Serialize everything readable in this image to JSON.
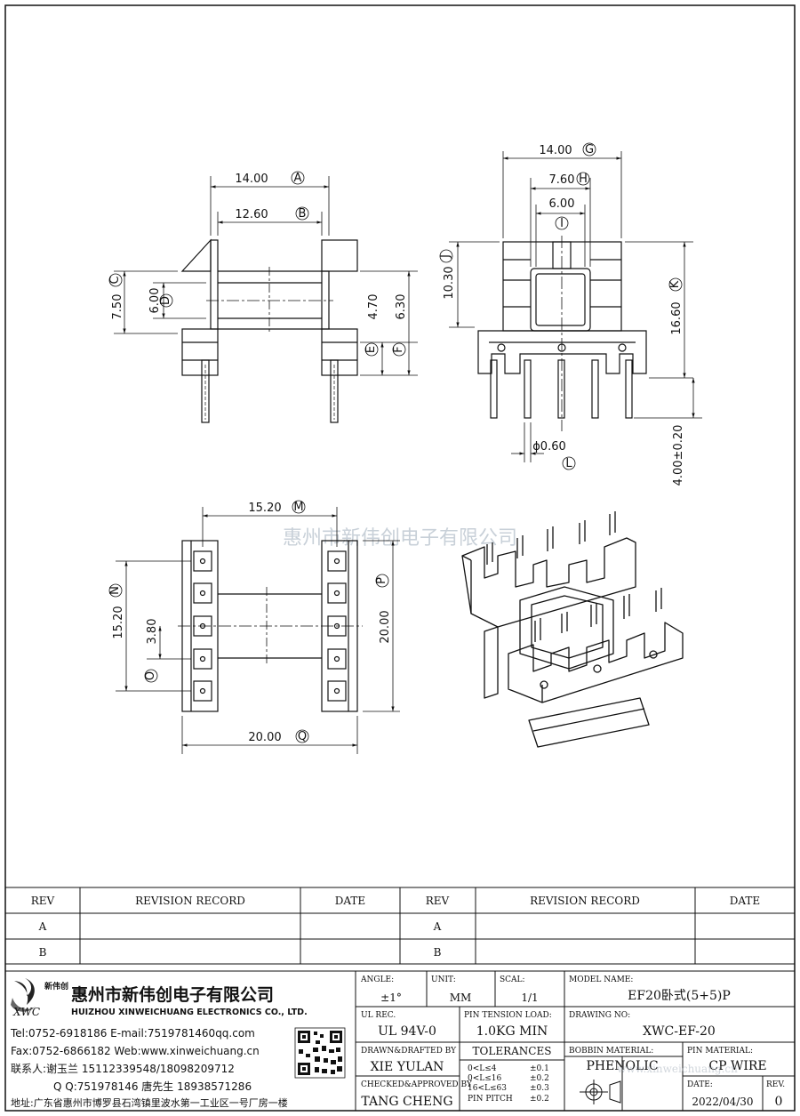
{
  "watermark": "惠州市新伟创电子有限公司",
  "dimensions": {
    "a": {
      "value": "14.00",
      "mark": "A"
    },
    "b": {
      "value": "12.60",
      "mark": "B"
    },
    "c": {
      "value": "7.50",
      "mark": "C"
    },
    "d": {
      "value": "6.00",
      "mark": "D"
    },
    "e": {
      "value": "4.70",
      "mark": "E"
    },
    "f": {
      "value": "6.30",
      "mark": "F"
    },
    "g": {
      "value": "14.00",
      "mark": "G"
    },
    "h": {
      "value": "7.60",
      "mark": "H"
    },
    "i": {
      "value": "6.00",
      "mark": "I"
    },
    "j": {
      "value": "10.30",
      "mark": "J"
    },
    "k": {
      "value": "16.60",
      "mark": "K"
    },
    "l": {
      "value": "ϕ0.60",
      "mark": "L"
    },
    "pin_len": {
      "value": "4.00±0.20"
    },
    "m": {
      "value": "15.20",
      "mark": "M"
    },
    "n": {
      "value": "15.20",
      "mark": "N"
    },
    "o": {
      "value": "3.80",
      "mark": "O"
    },
    "p": {
      "value": "20.00",
      "mark": "P"
    },
    "q": {
      "value": "20.00",
      "mark": "Q"
    }
  },
  "revision": {
    "headers": [
      "REV",
      "REVISION RECORD",
      "DATE",
      "REV",
      "REVISION RECORD",
      "DATE"
    ],
    "rows": [
      "A",
      "B"
    ]
  },
  "company": {
    "logo_text": "新伟创",
    "logo_abbr": "XWC",
    "name_cn": "惠州市新伟创电子有限公司",
    "name_en": "HUIZHOU XINWEICHUANG ELECTRONICS CO., LTD.",
    "tel": "Tel:0752-6918186 E-mail:7519781460qq.com",
    "fax": "Fax:0752-6866182 Web:www.xinweichuang.cn",
    "contact": "联系人:谢玉兰 15112339548/18098209712",
    "qq": "Q Q:751978146   唐先生 18938571286",
    "address": "地址:广东省惠州市博罗县石湾镇里波水第一工业区一号厂房一楼"
  },
  "title_block": {
    "angle_label": "ANGLE:",
    "angle_value": "±1°",
    "unit_label": "UNIT:",
    "unit_value": "MM",
    "scale_label": "SCAL:",
    "scale_value": "1/1",
    "model_label": "MODEL NAME:",
    "model_value": "EF20卧式(5+5)P",
    "ul_label": "UL REC.",
    "ul_value": "UL 94V-0",
    "pin_tension_label": "PIN TENSION LOAD:",
    "pin_tension_value": "1.0KG MIN",
    "drawing_label": "DRAWING NO:",
    "drawing_value": "XWC-EF-20",
    "drawn_label": "DRAWN&DRAFTED BY",
    "drawn_value": "XIE YULAN",
    "tolerances_label": "TOLERANCES",
    "tol_rows": [
      {
        "range": "0<L≤4",
        "value": "±0.1"
      },
      {
        "range": "0<L≤16",
        "value": "±0.2"
      },
      {
        "range": "16<L≤63",
        "value": "±0.3"
      },
      {
        "range": "PIN PITCH",
        "value": "±0.2"
      }
    ],
    "bobbin_label": "BOBBIN MATERIAL:",
    "bobbin_value": "PHENOLIC",
    "pin_mat_label": "PIN MATERIAL:",
    "pin_mat_value": "CP WIRE",
    "checked_label": "CHECKED&APPROVED BY",
    "checked_value": "TANG CHENG",
    "date_label": "DATE:",
    "date_value": "2022/04/30",
    "rev_label": "REV.",
    "rev_value": "0",
    "website_watermark": "www.xinweichuang.cn"
  }
}
